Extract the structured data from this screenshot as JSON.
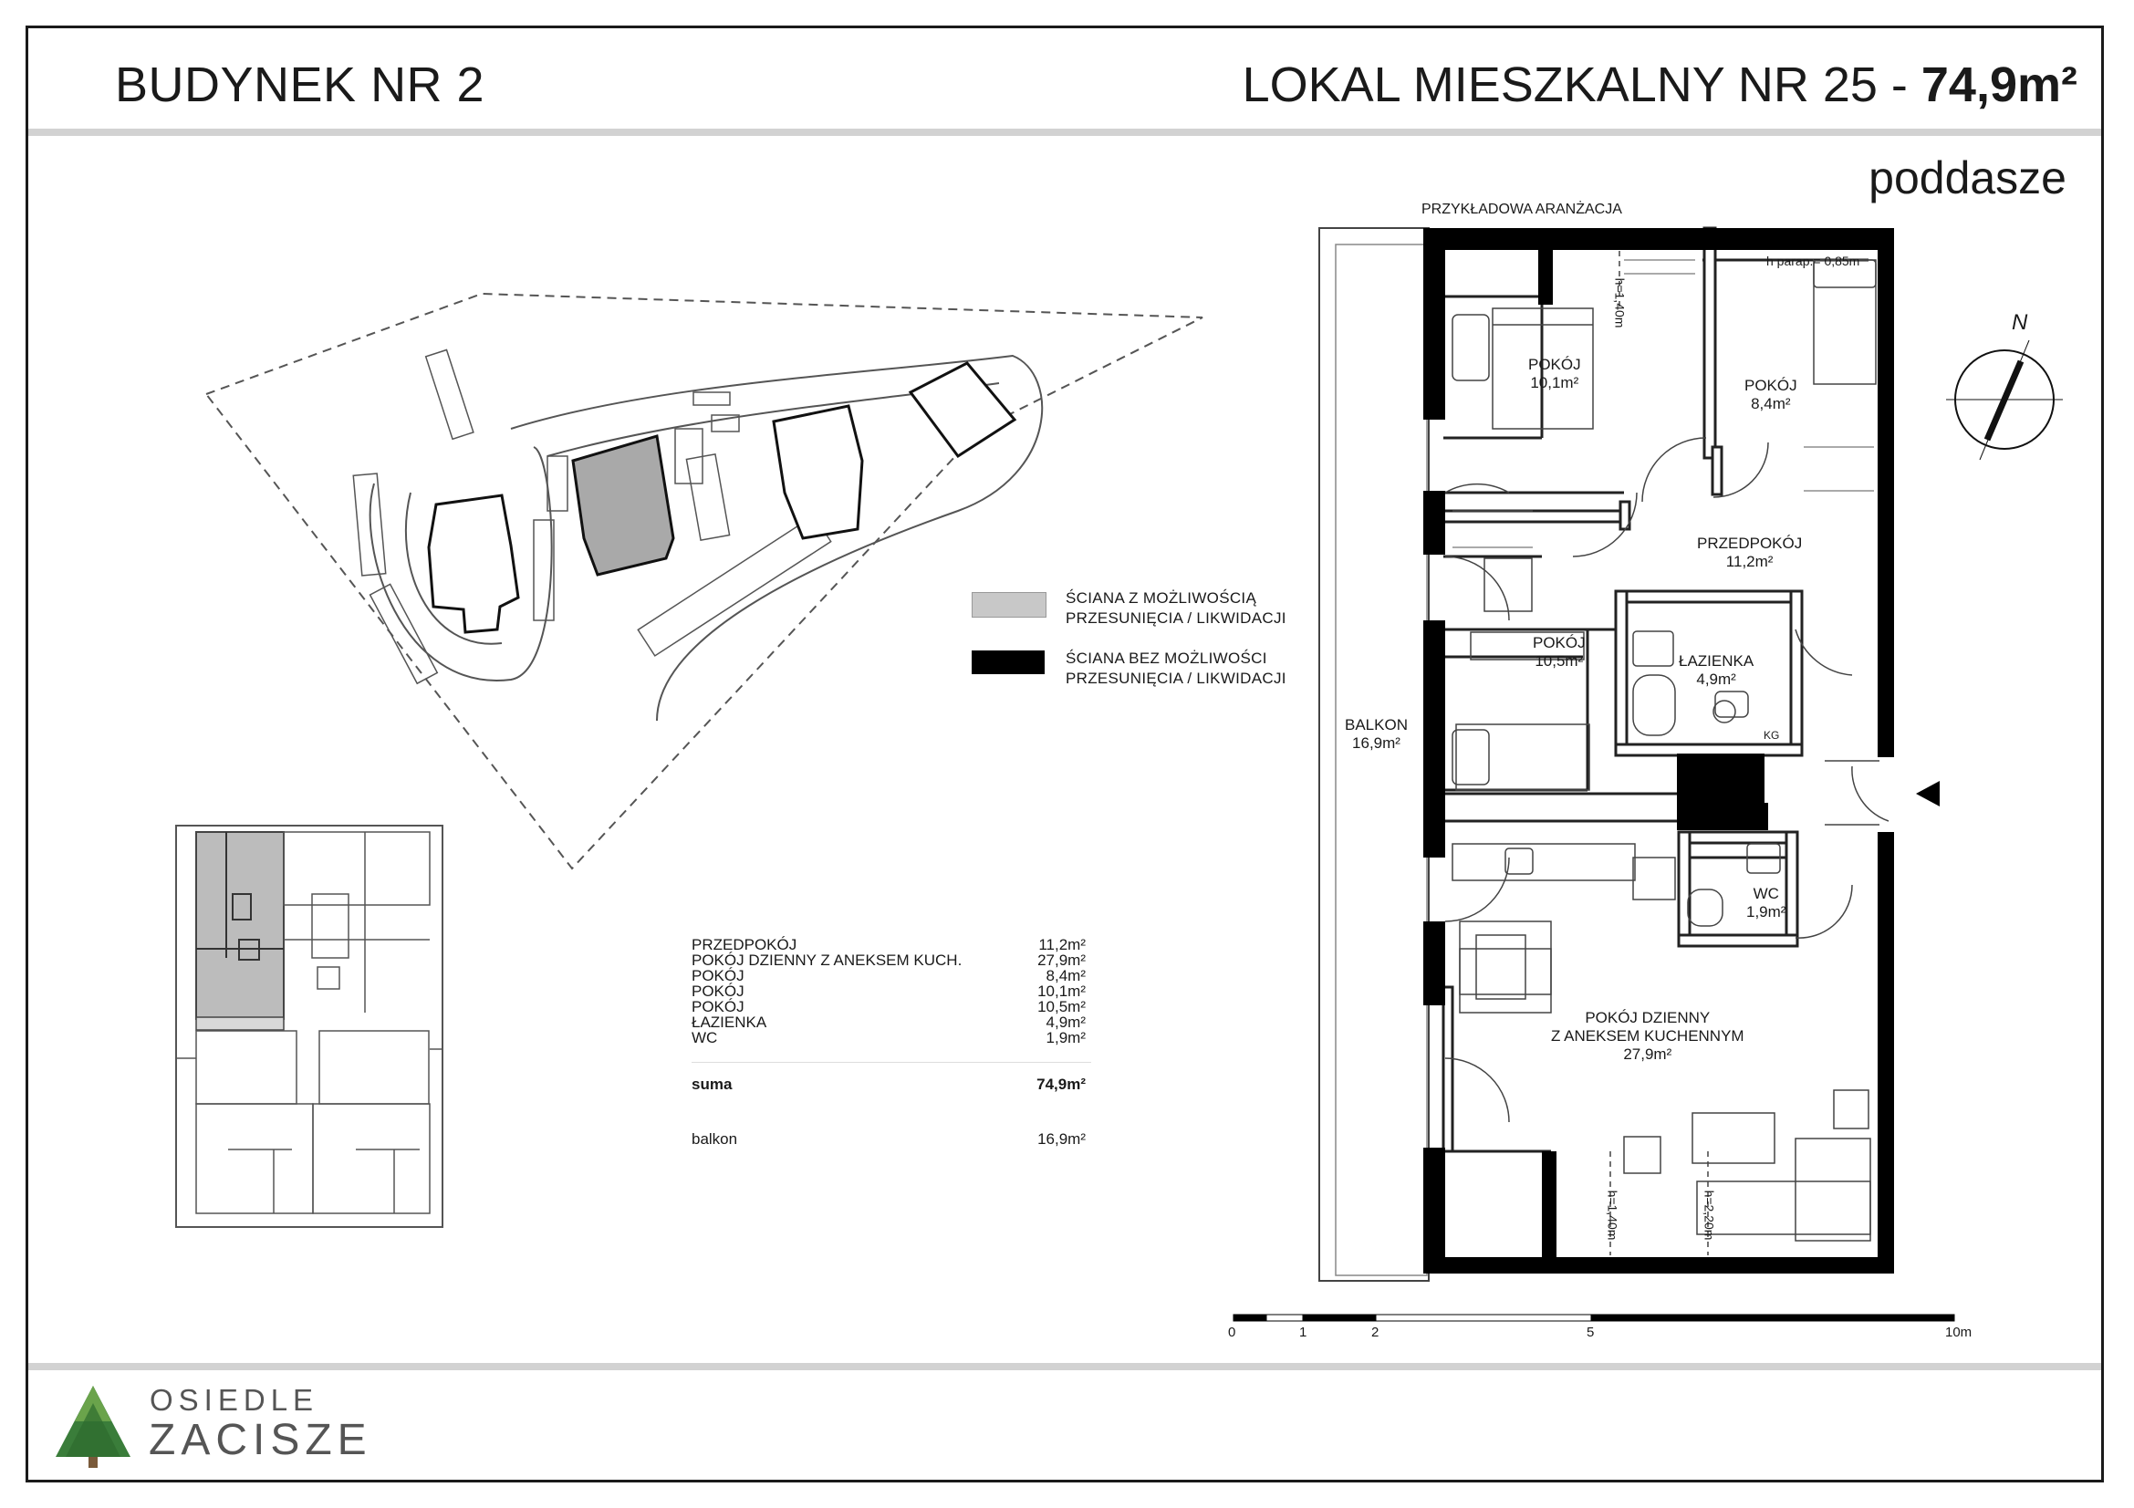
{
  "header": {
    "building": "BUDYNEK NR 2",
    "unit_prefix": "LOKAL MIESZKALNY NR 25 - ",
    "unit_area": "74,9m²",
    "floor": "poddasze"
  },
  "plan": {
    "caption": "PRZYKŁADOWA ARANŻACJA",
    "north": "N",
    "parapet_note": "h parap.= 0,85m",
    "height_top": "h=1,40m",
    "height_bottom_left": "h=1,40m",
    "height_bottom_right": "h=2,20m",
    "kg": "KG",
    "rooms": [
      {
        "name": "POKÓJ",
        "area": "10,1m²"
      },
      {
        "name": "POKÓJ",
        "area": "8,4m²"
      },
      {
        "name": "PRZEDPOKÓJ",
        "area": "11,2m²"
      },
      {
        "name": "POKÓJ",
        "area": "10,5m²"
      },
      {
        "name": "ŁAZIENKA",
        "area": "4,9m²"
      },
      {
        "name": "BALKON",
        "area": "16,9m²"
      },
      {
        "name": "WC",
        "area": "1,9m²"
      },
      {
        "name": "POKÓJ DZIENNY",
        "name2": "Z ANEKSEM KUCHENNYM",
        "area": "27,9m²"
      }
    ],
    "scale_labels": [
      "0",
      "1",
      "2",
      "5",
      "10m"
    ]
  },
  "legend": {
    "movable_line1": "ŚCIANA Z MOŻLIWOŚCIĄ",
    "movable_line2": "PRZESUNIĘCIA / LIKWIDACJI",
    "fixed_line1": "ŚCIANA BEZ MOŻLIWOŚCI",
    "fixed_line2": "PRZESUNIĘCIA / LIKWIDACJI",
    "movable_color": "#c8c8c8",
    "fixed_color": "#000000"
  },
  "area_table": {
    "rows": [
      {
        "label": "PRZEDPOKÓJ",
        "value": "11,2m²"
      },
      {
        "label": "POKÓJ DZIENNY Z ANEKSEM KUCH.",
        "value": "27,9m²"
      },
      {
        "label": "POKÓJ",
        "value": "8,4m²"
      },
      {
        "label": "POKÓJ",
        "value": "10,1m²"
      },
      {
        "label": "POKÓJ",
        "value": "10,5m²"
      },
      {
        "label": "ŁAZIENKA",
        "value": "4,9m²"
      },
      {
        "label": "WC",
        "value": "1,9m²"
      }
    ],
    "sum_label": "suma",
    "sum_value": "74,9m²",
    "balcony_label": "balkon",
    "balcony_value": "16,9m²"
  },
  "logo": {
    "line1": "OSIEDLE",
    "line2": "ZACISZE",
    "color": "#3a7d3a"
  }
}
